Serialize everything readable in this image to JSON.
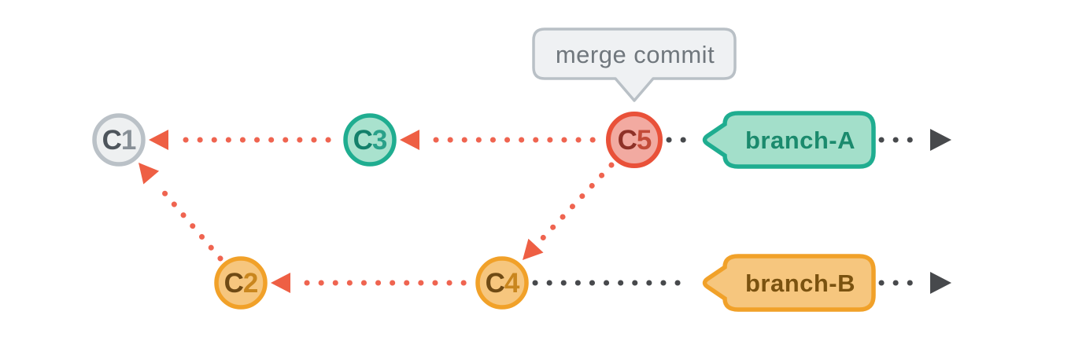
{
  "diagram": {
    "type": "git-commit-graph",
    "tooltip": {
      "text": "merge commit",
      "points_to": "C5"
    },
    "nodes": [
      {
        "id": "C1",
        "letter": "C",
        "number": "1",
        "theme": "gray"
      },
      {
        "id": "C2",
        "letter": "C",
        "number": "2",
        "theme": "orange"
      },
      {
        "id": "C3",
        "letter": "C",
        "number": "3",
        "theme": "teal"
      },
      {
        "id": "C4",
        "letter": "C",
        "number": "4",
        "theme": "orange"
      },
      {
        "id": "C5",
        "letter": "C",
        "number": "5",
        "theme": "red"
      }
    ],
    "branches": [
      {
        "label": "branch-A",
        "theme": "teal",
        "tip_commit": "C5"
      },
      {
        "label": "branch-B",
        "theme": "orange",
        "tip_commit": "C4"
      }
    ],
    "parent_edges": [
      {
        "from": "C3",
        "to": "C1",
        "style": "red-dotted"
      },
      {
        "from": "C5",
        "to": "C3",
        "style": "red-dotted"
      },
      {
        "from": "C2",
        "to": "C1",
        "style": "red-dotted"
      },
      {
        "from": "C4",
        "to": "C2",
        "style": "red-dotted"
      },
      {
        "from": "C5",
        "to": "C4",
        "style": "red-dotted"
      }
    ],
    "timelines": [
      {
        "branch": "branch-A",
        "style": "dark-dotted",
        "arrow": "right"
      },
      {
        "branch": "branch-B",
        "style": "dark-dotted",
        "arrow": "right"
      }
    ],
    "colors": {
      "red_line": "#ef6450",
      "red_arrow": "#ee5f44",
      "dark_line": "#47494c",
      "teal_stroke": "#1fad90",
      "teal_fill": "#a9e2ce",
      "teal_text_dark": "#13806b",
      "teal_text_light": "#2aa18a",
      "orange_stroke": "#f1a129",
      "orange_fill": "#f6c67e",
      "orange_text_dark": "#6f4a14",
      "orange_text_light": "#c9861e",
      "red_stroke": "#e95139",
      "red_fill": "#f2aaa1",
      "red_text_dark": "#8e3127",
      "red_text_light": "#c24b38",
      "gray_stroke": "#bac1c7",
      "gray_fill": "#eef0f1",
      "gray_text_dark": "#4e555c",
      "gray_text_light": "#889097",
      "tooltip_fill": "#eff1f3",
      "tooltip_stroke": "#b9c0c6",
      "tooltip_text": "#70777d",
      "background": "#ffffff"
    }
  }
}
